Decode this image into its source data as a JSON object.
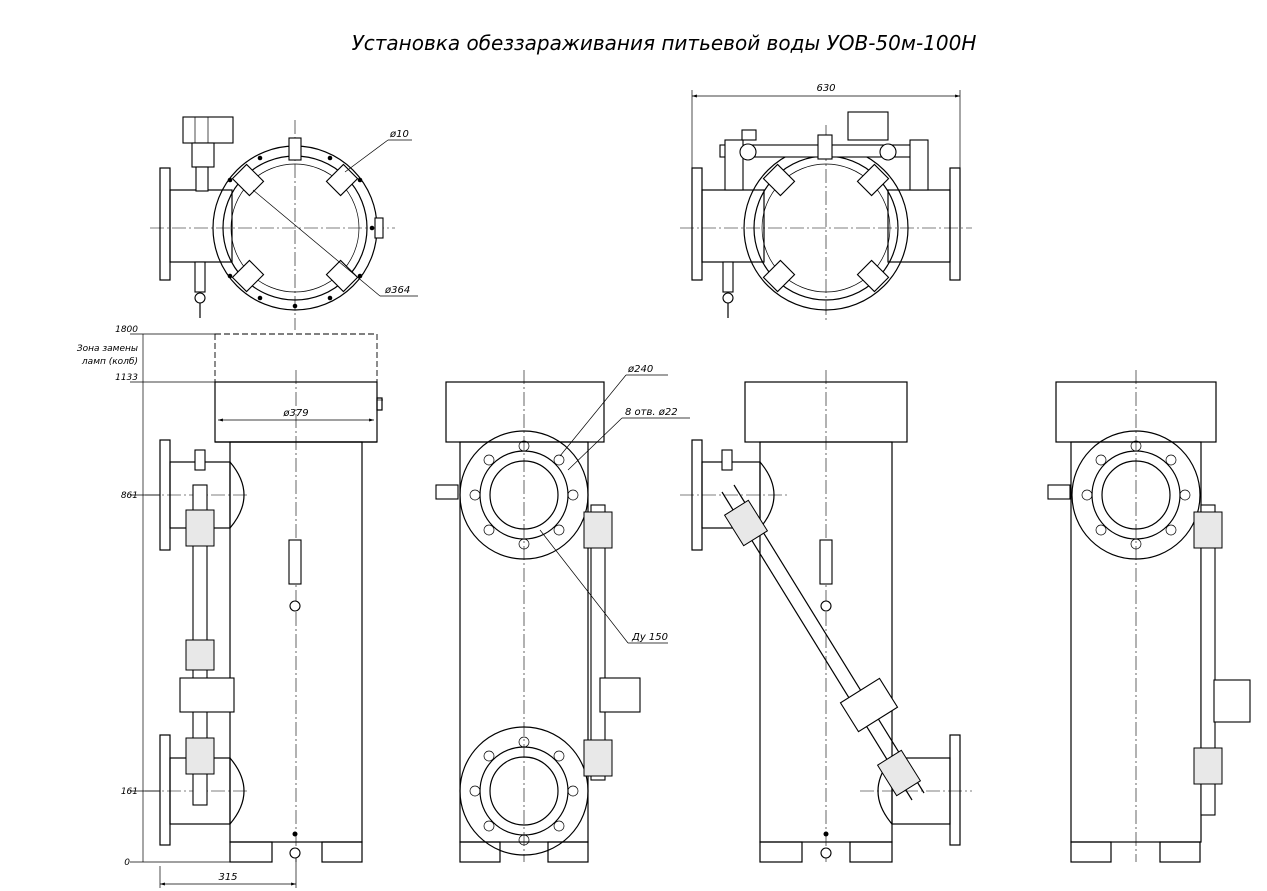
{
  "title": "Установка обеззараживания питьевой воды УОВ-50м-100Н",
  "dimensions": {
    "width_630": "630",
    "phi10": "ø10",
    "phi364": "ø364",
    "phi379": "ø379",
    "phi240": "ø240",
    "holes": "8 отв. ø22",
    "du150": "Ду 150",
    "width_315": "315"
  },
  "elevations": {
    "e1800": "1800",
    "zone_line1": "Зона замены",
    "zone_line2": "ламп (колб)",
    "e1133": "1133",
    "e861": "861",
    "e161": "161",
    "e0": "0"
  }
}
